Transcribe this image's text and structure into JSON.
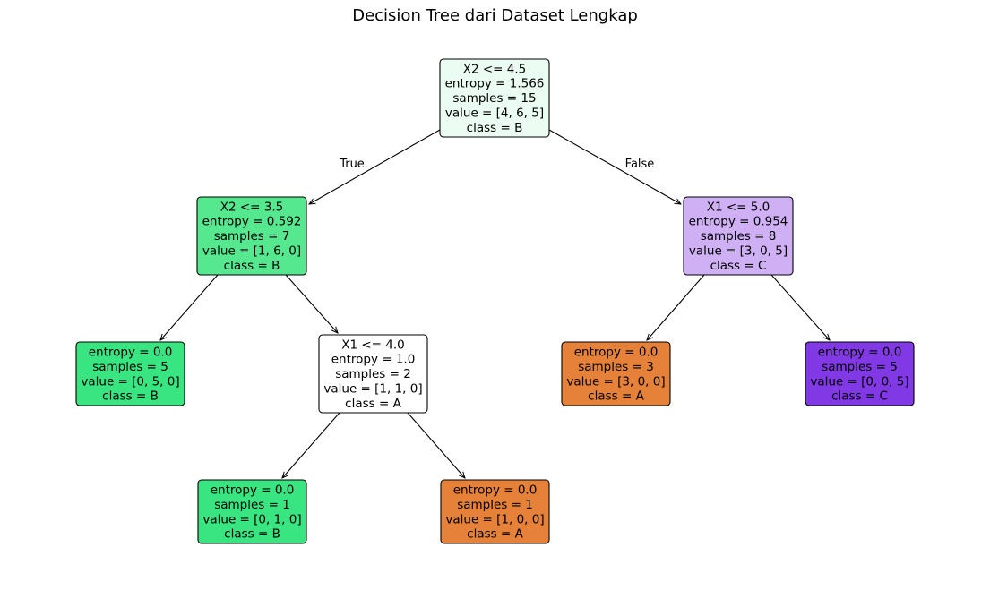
{
  "title": "Decision Tree dari Dataset Lengkap",
  "edge_labels": {
    "true_label": "True",
    "false_label": "False"
  },
  "nodes": [
    {
      "id": "root",
      "lines": [
        "X2 <= 4.5",
        "entropy = 1.566",
        "samples = 15",
        "value = [4, 6, 5]",
        "class = B"
      ],
      "fill": "#ebfcf2"
    },
    {
      "id": "n1",
      "lines": [
        "X2 <= 3.5",
        "entropy = 0.592",
        "samples = 7",
        "value = [1, 6, 0]",
        "class = B"
      ],
      "fill": "#56e88f"
    },
    {
      "id": "n2",
      "lines": [
        "X1 <= 5.0",
        "entropy = 0.954",
        "samples = 8",
        "value = [3, 0, 5]",
        "class = C"
      ],
      "fill": "#cfb0f5"
    },
    {
      "id": "n3",
      "lines": [
        "entropy = 0.0",
        "samples = 5",
        "value = [0, 5, 0]",
        "class = B"
      ],
      "fill": "#39e581"
    },
    {
      "id": "n4",
      "lines": [
        "X1 <= 4.0",
        "entropy = 1.0",
        "samples = 2",
        "value = [1, 1, 0]",
        "class = A"
      ],
      "fill": "#ffffff"
    },
    {
      "id": "n5",
      "lines": [
        "entropy = 0.0",
        "samples = 3",
        "value = [3, 0, 0]",
        "class = A"
      ],
      "fill": "#e58139"
    },
    {
      "id": "n6",
      "lines": [
        "entropy = 0.0",
        "samples = 5",
        "value = [0, 0, 5]",
        "class = C"
      ],
      "fill": "#8139e5"
    },
    {
      "id": "n7",
      "lines": [
        "entropy = 0.0",
        "samples = 1",
        "value = [0, 1, 0]",
        "class = B"
      ],
      "fill": "#39e581"
    },
    {
      "id": "n8",
      "lines": [
        "entropy = 0.0",
        "samples = 1",
        "value = [1, 0, 0]",
        "class = A"
      ],
      "fill": "#e58139"
    }
  ],
  "edges": [
    {
      "from": "root",
      "to": "n1"
    },
    {
      "from": "root",
      "to": "n2"
    },
    {
      "from": "n1",
      "to": "n3"
    },
    {
      "from": "n1",
      "to": "n4"
    },
    {
      "from": "n2",
      "to": "n5"
    },
    {
      "from": "n2",
      "to": "n6"
    },
    {
      "from": "n4",
      "to": "n7"
    },
    {
      "from": "n4",
      "to": "n8"
    }
  ]
}
